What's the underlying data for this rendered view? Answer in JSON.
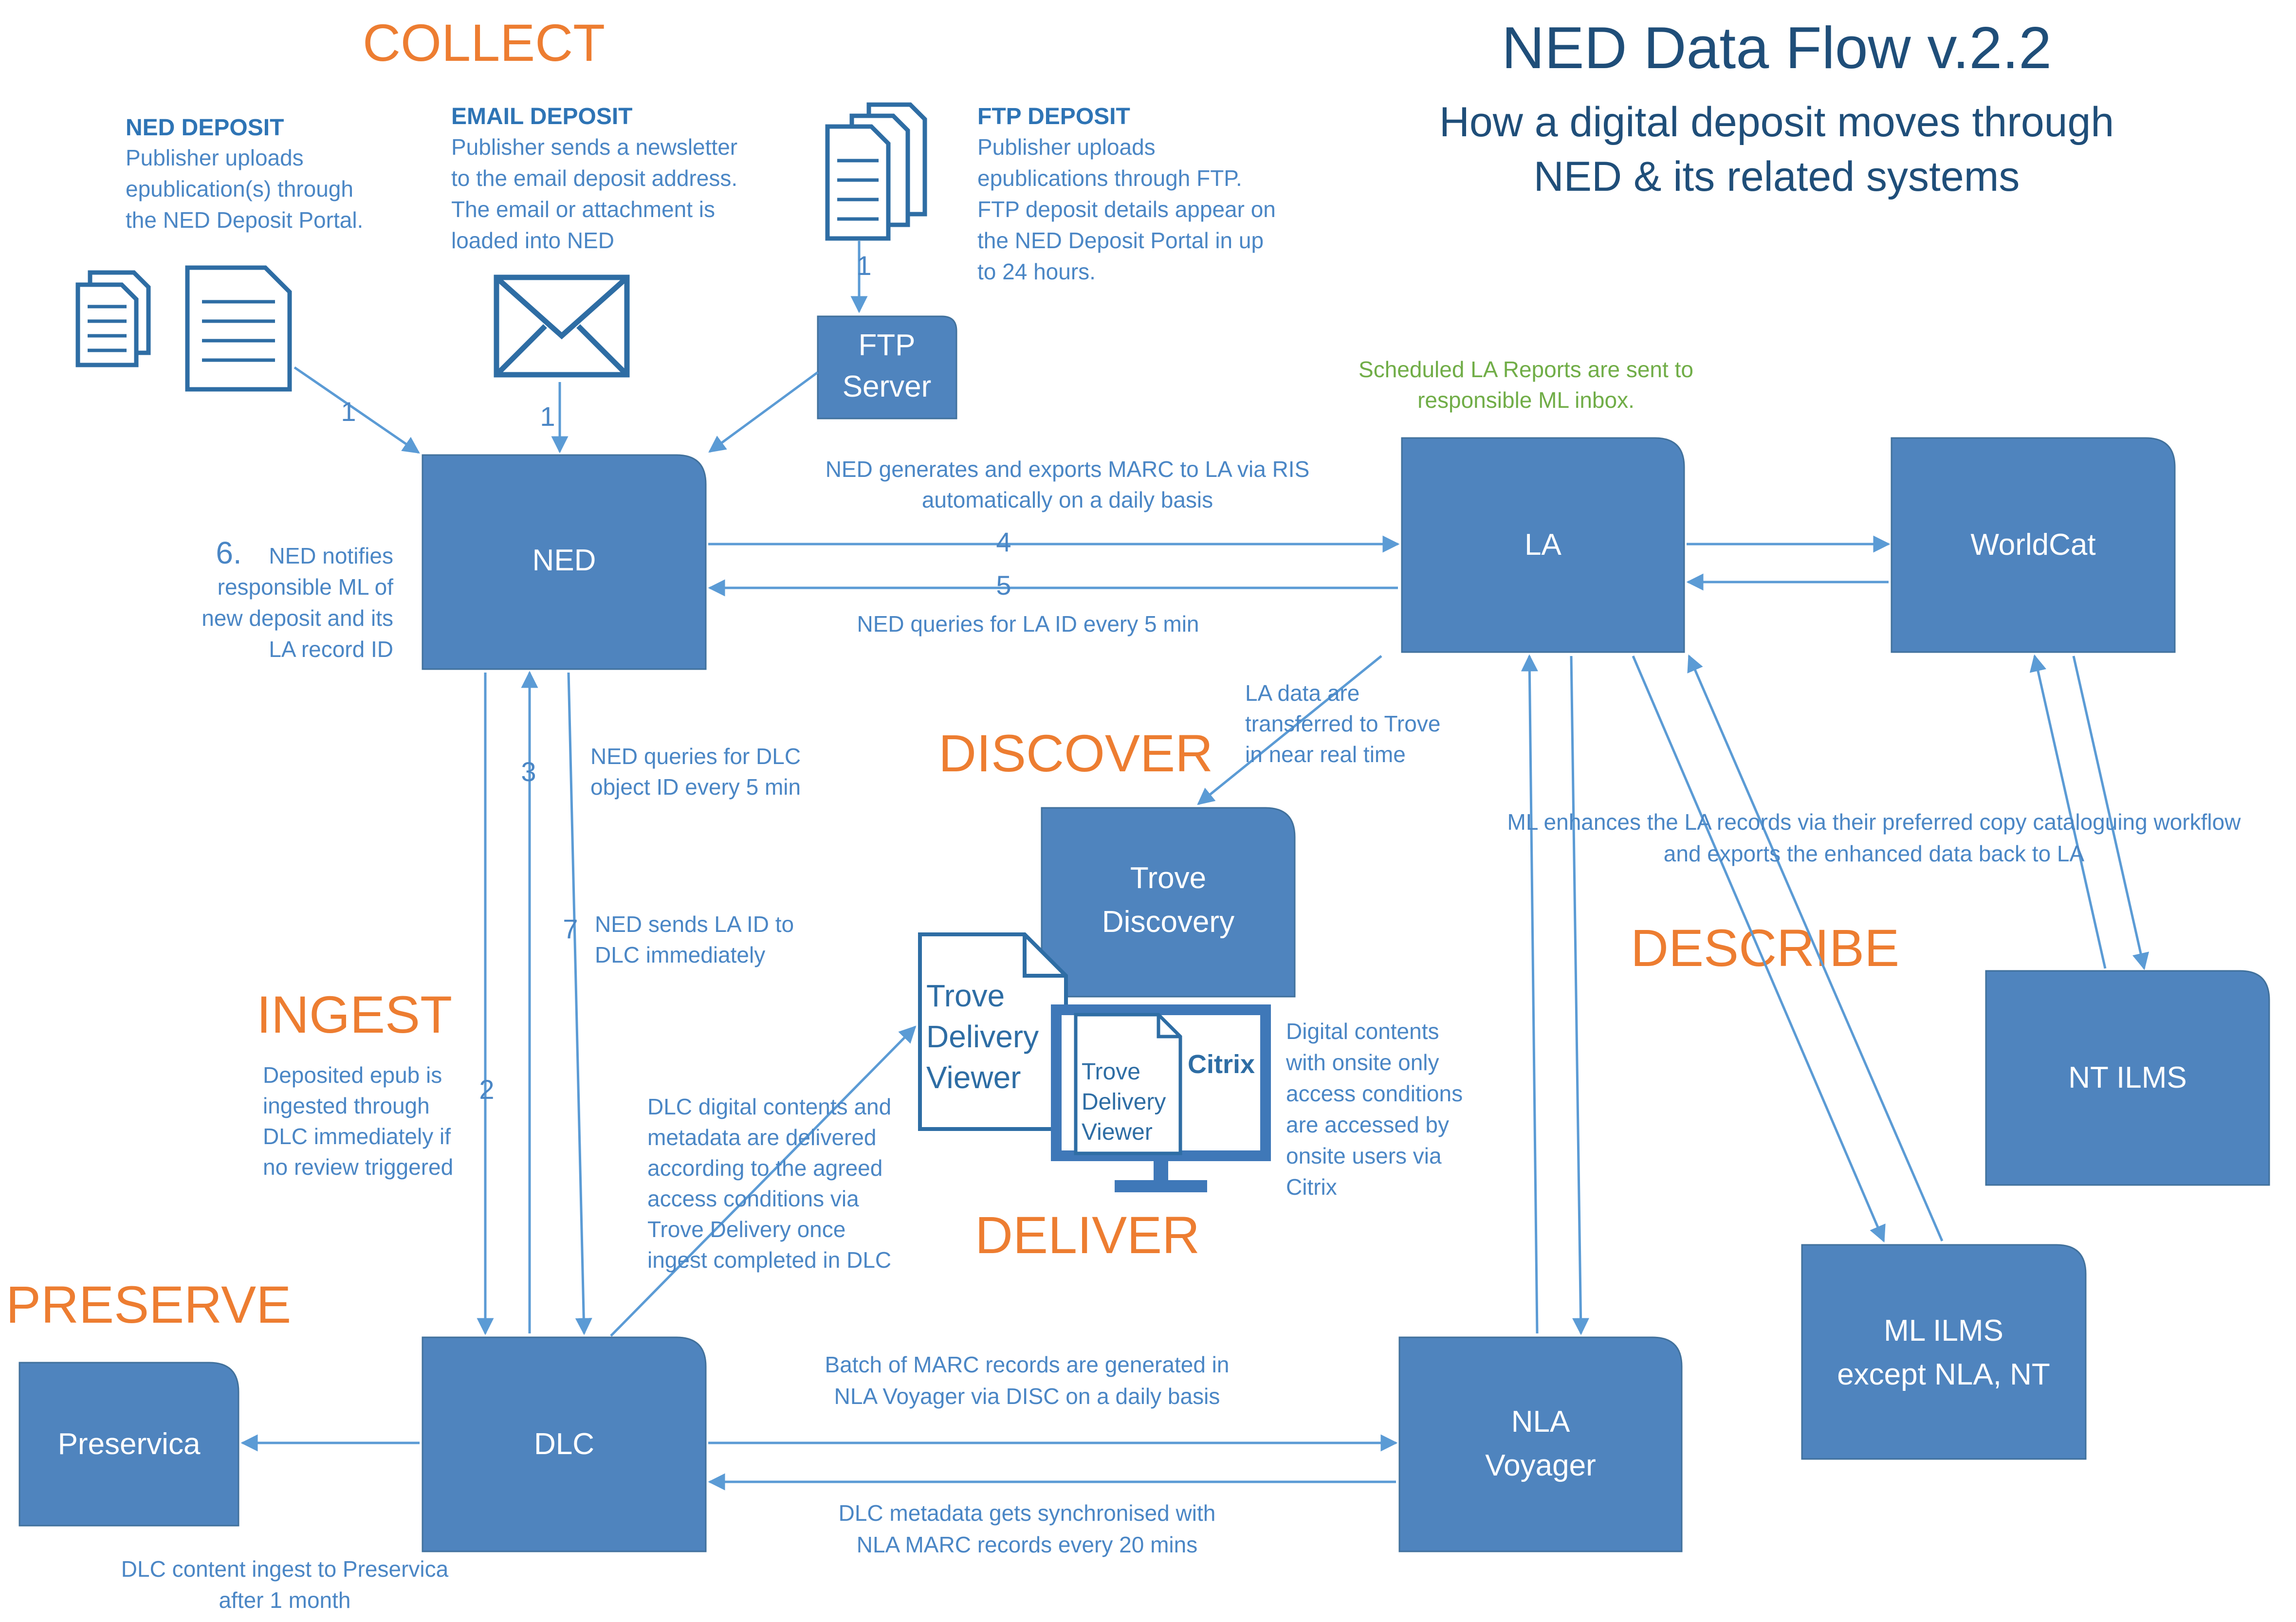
{
  "title": "NED Data Flow v.2.2",
  "subtitle": [
    "How a digital deposit moves through",
    "NED & its related systems"
  ],
  "stages": {
    "collect": "COLLECT",
    "discover": "DISCOVER",
    "ingest": "INGEST",
    "describe": "DESCRIBE",
    "deliver": "DELIVER",
    "preserve": "PRESERVE"
  },
  "deposits": {
    "ned": {
      "heading": "NED DEPOSIT",
      "lines": [
        "Publisher uploads",
        "epublication(s) through",
        "the NED Deposit Portal."
      ]
    },
    "email": {
      "heading": "EMAIL DEPOSIT",
      "lines": [
        "Publisher sends a newsletter",
        "to the email deposit address.",
        "The email or attachment is",
        "loaded into NED"
      ]
    },
    "ftp": {
      "heading": "FTP DEPOSIT",
      "lines": [
        "Publisher uploads",
        "epublications through FTP.",
        "FTP deposit details appear on",
        "the NED Deposit Portal in up",
        "to 24 hours."
      ]
    }
  },
  "nodes": {
    "ftp_server": [
      "FTP",
      "Server"
    ],
    "ned": [
      "NED"
    ],
    "la": [
      "LA"
    ],
    "worldcat": [
      "WorldCat"
    ],
    "trove_discovery": [
      "Trove",
      "Discovery"
    ],
    "nt_ilms": [
      "NT ILMS"
    ],
    "ml_ilms": [
      "ML ILMS",
      "except NLA, NT"
    ],
    "dlc": [
      "DLC"
    ],
    "preservica": [
      "Preservica"
    ],
    "nla_voyager": [
      "NLA",
      "Voyager"
    ]
  },
  "viewer": {
    "doc_lines": [
      "Trove",
      "Delivery",
      "Viewer"
    ],
    "citrix": "Citrix",
    "small_lines": [
      "Trove",
      "Delivery",
      "Viewer"
    ]
  },
  "flow_numbers": {
    "n1a": "1",
    "n1b": "1",
    "n1c": "1",
    "n2": "2",
    "n3": "3",
    "n4": "4",
    "n5": "5",
    "n6": "6.",
    "n7": "7"
  },
  "annotations": {
    "scheduled_la": [
      "Scheduled LA Reports are sent to",
      "responsible ML inbox."
    ],
    "ned_exports": [
      "NED generates and exports MARC to LA via RIS",
      "automatically on a daily basis"
    ],
    "ned_queries_la": [
      "NED queries for LA ID every 5 min"
    ],
    "ned_notifies": [
      "NED notifies",
      "responsible ML of",
      "new deposit and its",
      "LA record ID"
    ],
    "ned_queries_dlc": [
      "NED queries for DLC",
      "object ID every 5 min"
    ],
    "ned_sends_la": [
      "NED sends LA ID to",
      "DLC immediately"
    ],
    "la_to_trove": [
      "LA data are",
      "transferred to Trove",
      "in near real time"
    ],
    "ml_enhances": [
      "ML enhances the LA records via their preferred copy cataloguing workflow",
      "and exports the enhanced data back to LA"
    ],
    "ingest_desc": [
      "Deposited epub is",
      "ingested through",
      "DLC immediately if",
      "no review triggered"
    ],
    "dlc_delivered": [
      "DLC digital contents and",
      "metadata are delivered",
      "according to the agreed",
      "access conditions via",
      "Trove Delivery once",
      "ingest completed in DLC"
    ],
    "onsite": [
      "Digital contents",
      "with onsite only",
      "access conditions",
      "are accessed by",
      "onsite users via",
      "Citrix"
    ],
    "batch_marc": [
      "Batch of MARC records are generated in",
      "NLA Voyager via DISC on a daily basis"
    ],
    "dlc_sync": [
      "DLC metadata gets synchronised with",
      "NLA MARC records every 20 mins"
    ],
    "dlc_preservica": [
      "DLC content ingest to Preservica",
      "after 1 month"
    ]
  },
  "colors": {
    "node_fill": "#4F84BE",
    "arrow": "#5B9BD5",
    "stage_label": "#ED7D31",
    "title": "#1F4E79",
    "annotation": "#4A86C5",
    "scheduled_note": "#70AD47"
  }
}
